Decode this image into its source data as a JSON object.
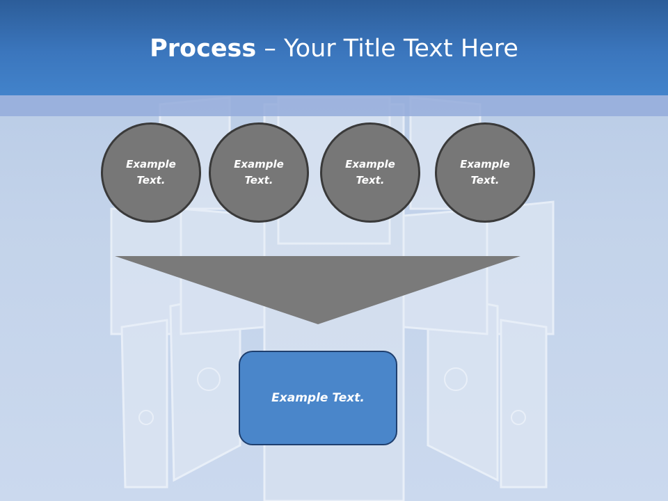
{
  "title": {
    "strong": "Process",
    "rest": " – Your Title Text Here"
  },
  "circles": [
    {
      "label": "Example Text."
    },
    {
      "label": "Example Text."
    },
    {
      "label": "Example Text."
    },
    {
      "label": "Example Text."
    }
  ],
  "result": {
    "label": "Example Text."
  },
  "colors": {
    "header": "#3b76bd",
    "circle_fill": "#777777",
    "funnel": "#7a7a7a",
    "result_box": "#4a86ca"
  }
}
